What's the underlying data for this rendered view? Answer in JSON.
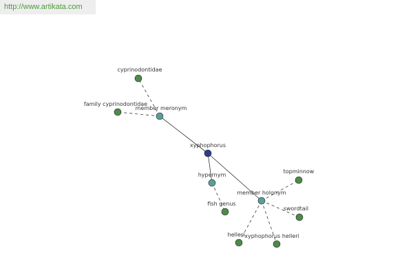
{
  "header": {
    "url": "http://www.artikata.com"
  },
  "colors": {
    "leaf": "#4f8a4a",
    "relation": "#5a9e9a",
    "center": "#2c3e8c",
    "edge": "#333333",
    "background": "#ffffff",
    "url_text": "#4a9a3a",
    "url_bg": "#eeeeee"
  },
  "graph": {
    "center": "xyphophorus",
    "relations": [
      {
        "id": "member-meronym",
        "label": "member meronym"
      },
      {
        "id": "hypernym",
        "label": "hypernym"
      },
      {
        "id": "member-holonym",
        "label": "member holonym"
      }
    ],
    "leaves": [
      {
        "id": "cyprinodontidae",
        "label": "cyprinodontidae",
        "relation": "member-meronym"
      },
      {
        "id": "family-cyprinodontidae",
        "label": "family cyprinodontidae",
        "relation": "member-meronym"
      },
      {
        "id": "fish-genus",
        "label": "fish genus",
        "relation": "hypernym"
      },
      {
        "id": "topminnow",
        "label": "topminnow",
        "relation": "member-holonym"
      },
      {
        "id": "swordtail",
        "label": "swordtail",
        "relation": "member-holonym"
      },
      {
        "id": "helleri",
        "label": "helleri",
        "relation": "member-holonym"
      },
      {
        "id": "xyphophorus-helleri",
        "label": "xyphophorus helleri",
        "relation": "member-holonym"
      }
    ]
  }
}
